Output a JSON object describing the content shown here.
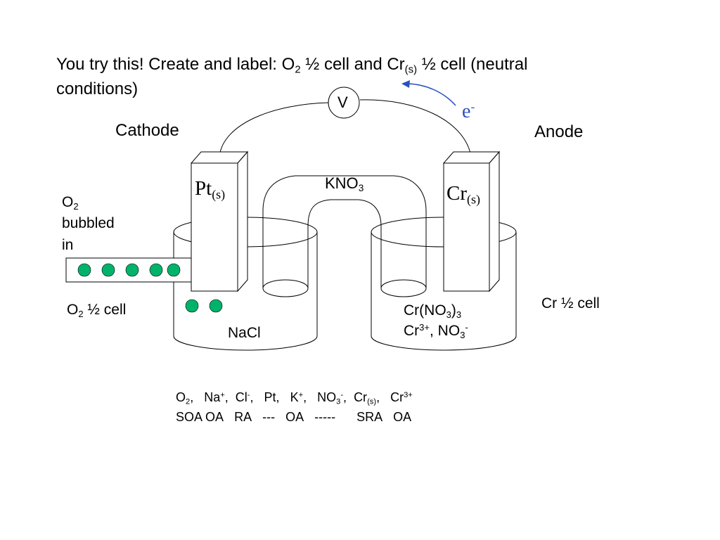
{
  "title": {
    "line1_a": "You try this!  Create and label: O",
    "line1_sub1": "2",
    "line1_b": " ½ cell and Cr",
    "line1_sub2": "(s)",
    "line1_c": " ½ cell (neutral",
    "line2": "conditions)"
  },
  "voltmeter": {
    "label": "V"
  },
  "electron": {
    "symbol": "e",
    "charge": "-"
  },
  "electrodes": {
    "cathode_label": "Cathode",
    "anode_label": "Anode",
    "left_metal": "Pt",
    "left_state": "(s)",
    "right_metal": "Cr",
    "right_state": "(s)"
  },
  "salt_bridge": {
    "label_a": "KNO",
    "label_sub": "3"
  },
  "left_cell": {
    "gas_label_a": "O",
    "gas_label_sub": "2",
    "gas_label_line2": "bubbled",
    "gas_label_line3": "in",
    "half_cell_a": "O",
    "half_cell_sub": "2",
    "half_cell_b": " ½ cell",
    "solution": "NaCl"
  },
  "right_cell": {
    "solution_line1_a": "Cr(NO",
    "solution_line1_sub": "3",
    "solution_line1_b": ")",
    "solution_line1_sub2": "3",
    "ion1": "Cr",
    "ion1_charge": "3+",
    "ion_sep": ", NO",
    "ion2_sub": "3",
    "ion2_charge": "-",
    "half_cell": "Cr ½ cell"
  },
  "species_table": {
    "species": [
      {
        "base": "O",
        "sub": "2",
        "sup": ""
      },
      {
        "base": "Na",
        "sub": "",
        "sup": "+"
      },
      {
        "base": "Cl",
        "sub": "",
        "sup": "-"
      },
      {
        "base": "Pt",
        "sub": "",
        "sup": ""
      },
      {
        "base": "K",
        "sub": "",
        "sup": "+"
      },
      {
        "base": "NO",
        "sub": "3",
        "sup": "-"
      },
      {
        "base": "Cr",
        "sub": "(s)",
        "sup": ""
      },
      {
        "base": "Cr",
        "sub": "",
        "sup": "3+"
      }
    ],
    "roles": [
      "SOA",
      "OA",
      "RA",
      "---",
      "OA",
      "-----",
      "SRA",
      "OA"
    ]
  },
  "colors": {
    "bubble": "#00B36B",
    "arrow": "#2B4FC4",
    "electron_text": "#2B4FC4",
    "line": "#000000"
  }
}
